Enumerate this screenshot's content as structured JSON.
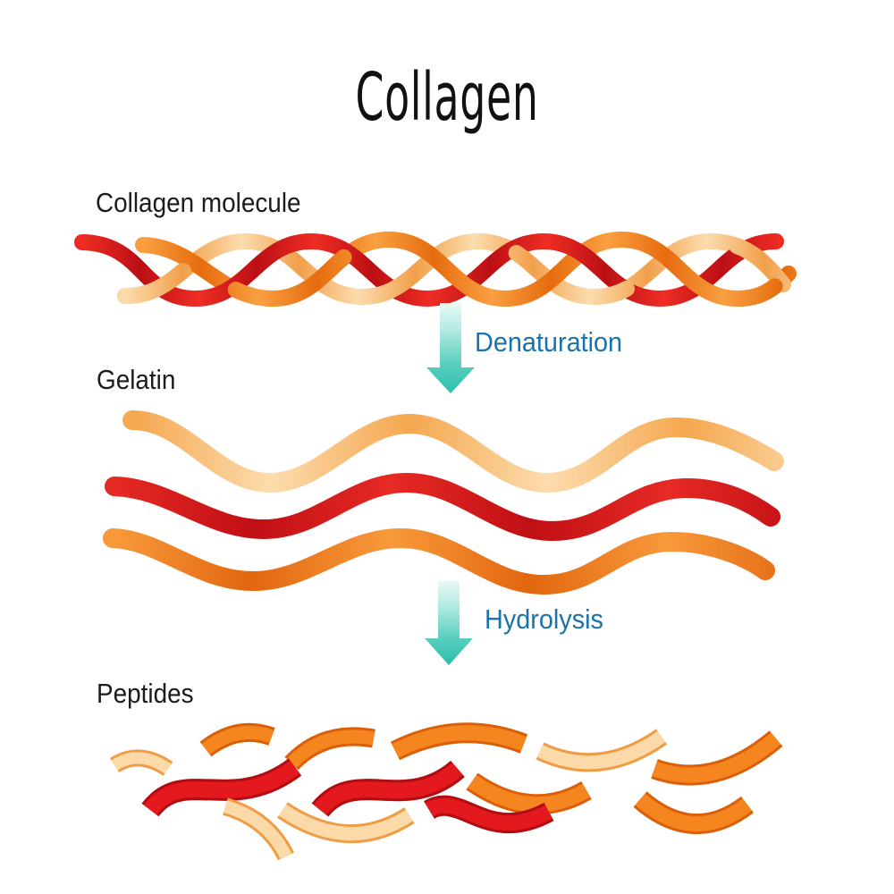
{
  "title": "Collagen",
  "background": "#ffffff",
  "label_color": "#1c1c1c",
  "stages": [
    {
      "id": "collagen-molecule",
      "label": "Collagen molecule",
      "illustration": "triple-helix-braid",
      "strand_colors": [
        "#e2191d",
        "#f0811e",
        "#fbd5a0"
      ]
    },
    {
      "id": "gelatin",
      "label": "Gelatin",
      "illustration": "three-wavy-strands",
      "strand_colors": [
        "#fbd5a0",
        "#e2191d",
        "#f0811e"
      ]
    },
    {
      "id": "peptides",
      "label": "Peptides",
      "illustration": "scattered-curved-fragments",
      "fragment_count": 13,
      "fragment_colors": [
        "#f0811e",
        "#e2191d",
        "#fbd5a0"
      ]
    }
  ],
  "processes": [
    {
      "id": "denaturation",
      "label": "Denaturation",
      "icon": "down-arrow-icon",
      "arrow_color": "#3ac3b4",
      "text_color": "#1a74ab"
    },
    {
      "id": "hydrolysis",
      "label": "Hydrolysis",
      "icon": "down-arrow-icon",
      "arrow_color": "#3ac3b4",
      "text_color": "#1a74ab"
    }
  ]
}
